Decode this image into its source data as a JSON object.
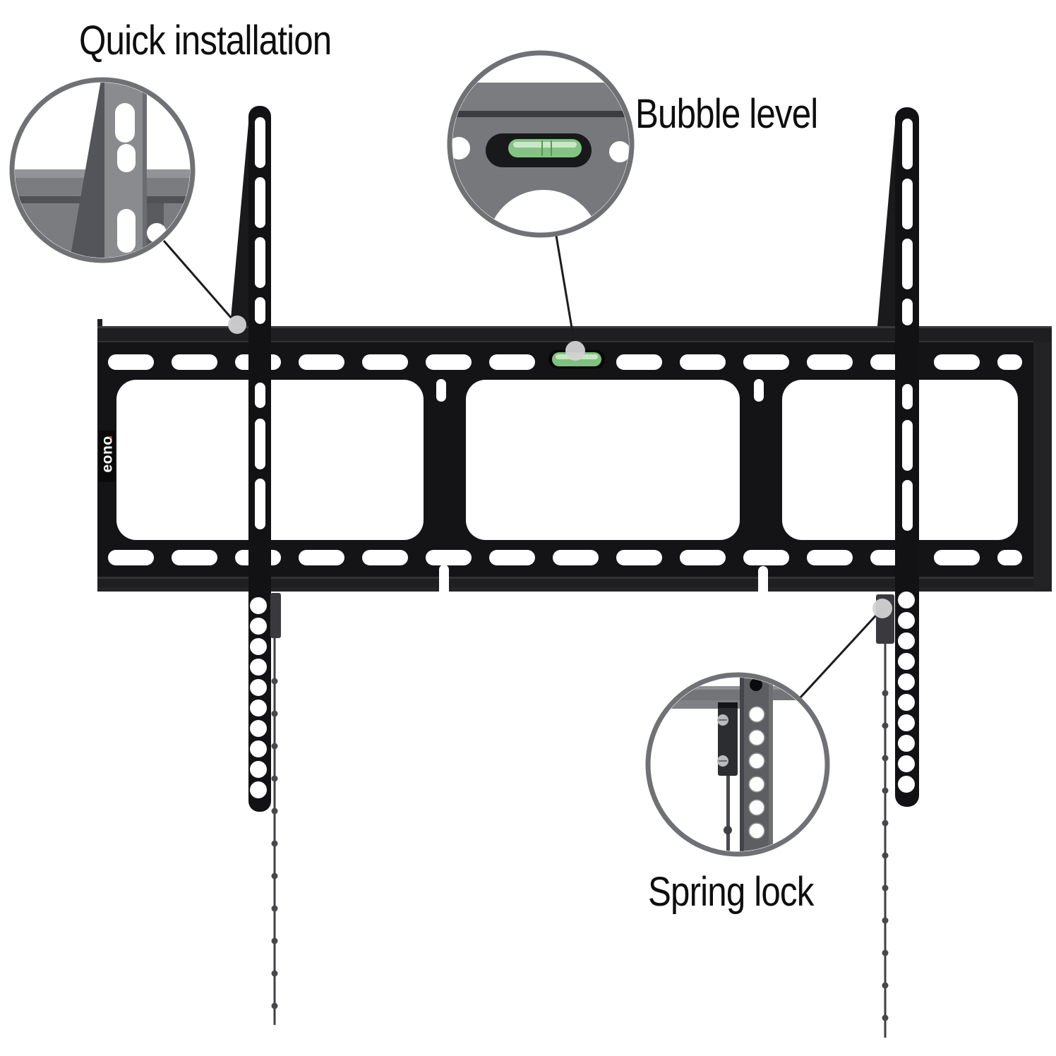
{
  "page": {
    "title": "TV wall mount bracket feature diagram",
    "background": "#ffffff"
  },
  "labels": {
    "quick_installation": "Quick installation",
    "bubble_level": "Bubble level",
    "spring_lock": "Spring lock"
  },
  "brand": {
    "logo_text": "eono",
    "logo_dot": "."
  },
  "colors": {
    "bracket_black": "#141416",
    "flange_black": "#1f1f22",
    "rail_black": "#121214",
    "metal_gray": "#7b7c80",
    "dark_metal": "#55565a",
    "vial_green": "#85c385",
    "vial_highlight": "#d2ecd0",
    "callout_stroke": "#6f7174",
    "leader_dot": "#d3d3d5",
    "leader_line": "#1c1c1c",
    "label_text": "#0e0e0e",
    "logo_dot_color": "#e0570f"
  }
}
